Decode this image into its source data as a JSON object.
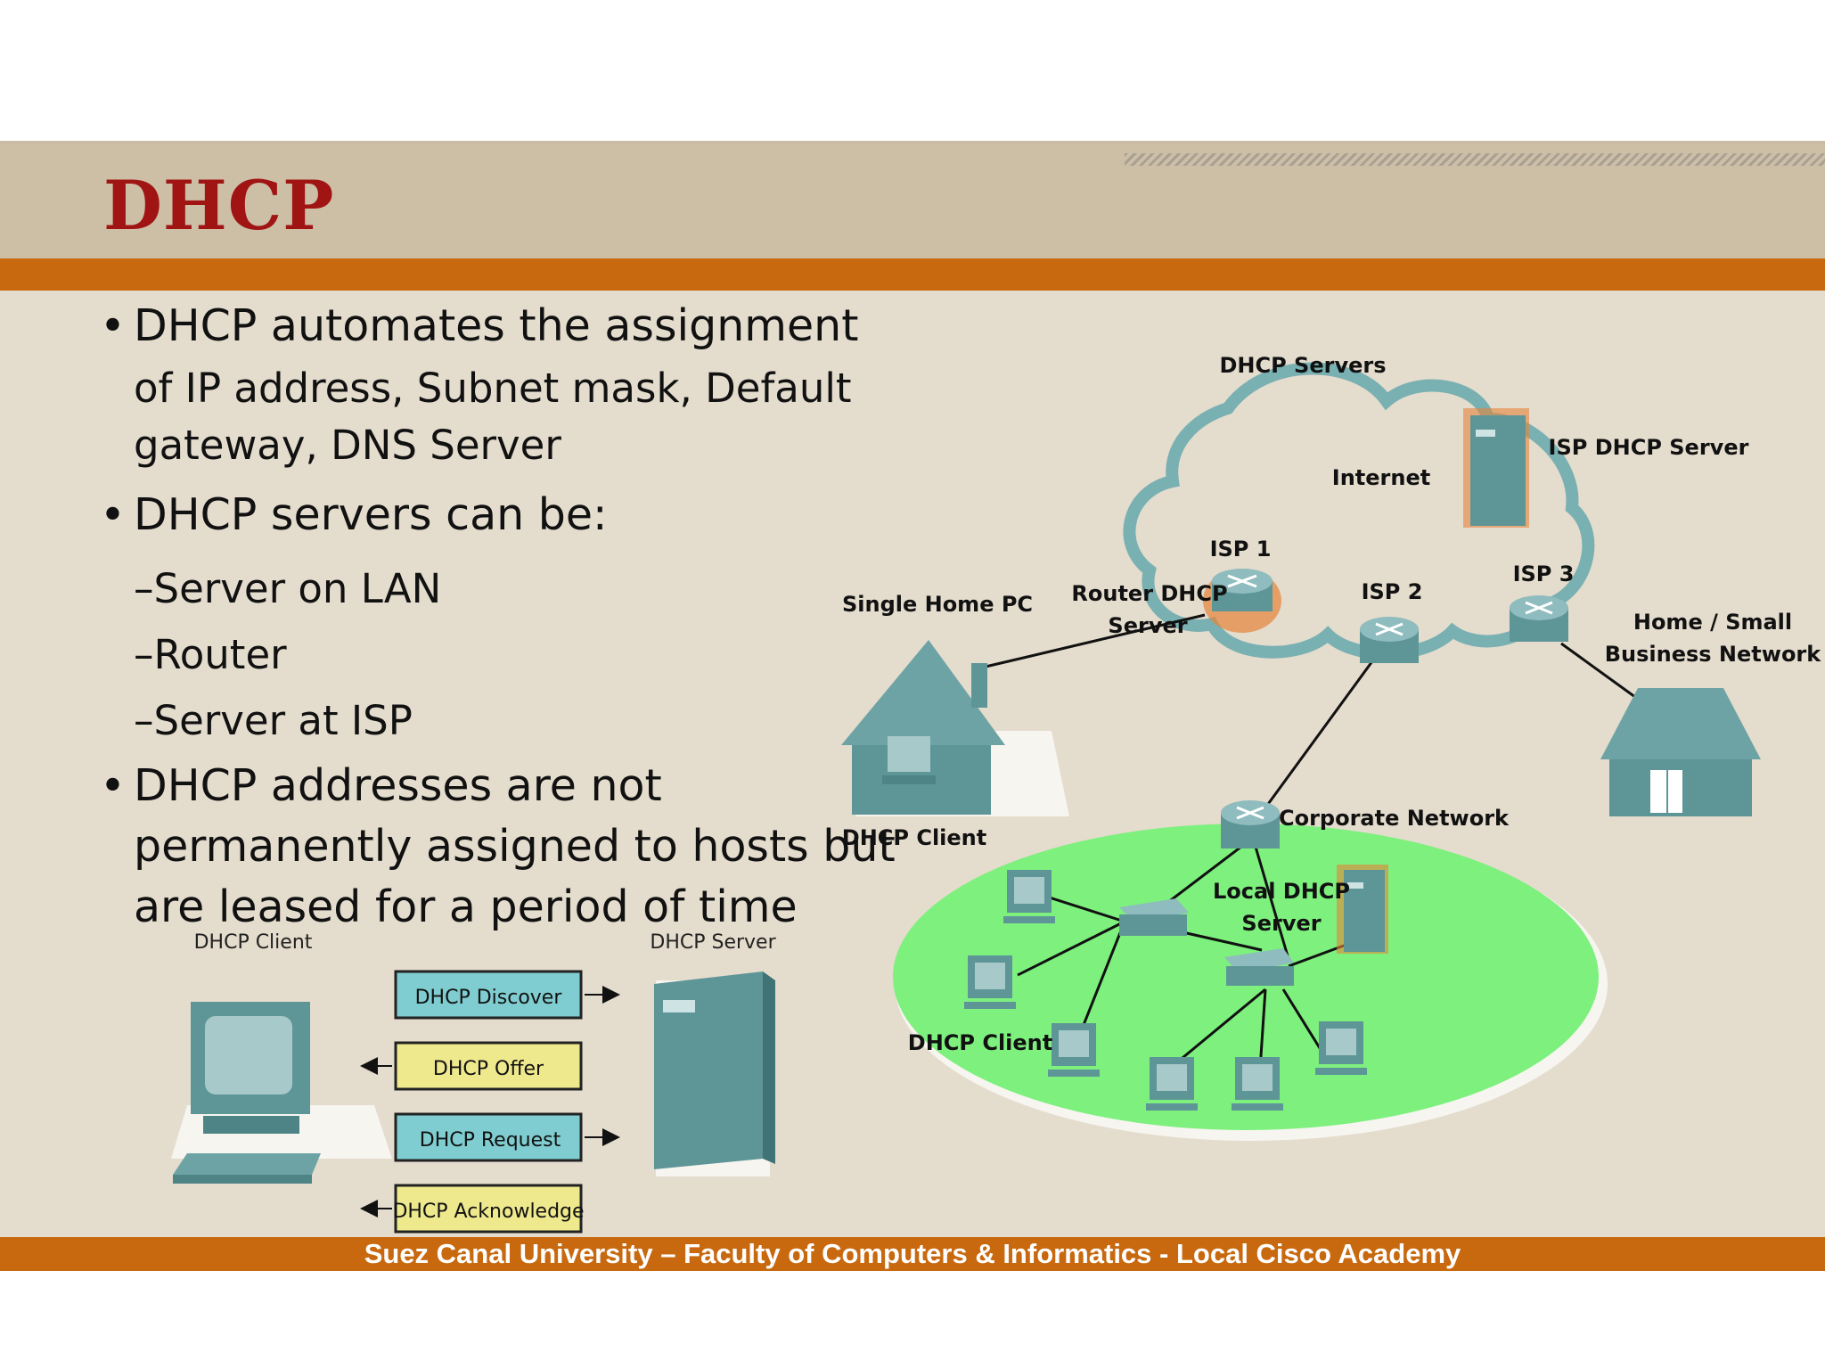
{
  "slide": {
    "title": "DHCP",
    "footer": "Suez Canal University – Faculty of Computers & Informatics - Local Cisco Academy"
  },
  "bullets": {
    "b1": {
      "line1": "DHCP automates the assignment",
      "line2": "of IP address, Subnet mask, Default",
      "line3": "gateway, DNS Server"
    },
    "b2": {
      "line1": "DHCP servers can be:"
    },
    "sub1": "–Server on LAN",
    "sub2": "–Router",
    "sub3": "–Server at ISP",
    "b3": {
      "line1": "DHCP addresses are not",
      "line2": "permanently assigned to hosts but",
      "line3": "are leased for a period of time"
    },
    "bullet_symbol": "•"
  },
  "exchange_diagram": {
    "client_label": "DHCP Client",
    "server_label": "DHCP Server",
    "messages": [
      "DHCP Discover",
      "DHCP Offer",
      "DHCP Request",
      "DHCP Acknowledge"
    ]
  },
  "network_diagram": {
    "dhcp_servers": "DHCP Servers",
    "internet": "Internet",
    "isp_dhcp_server": "ISP DHCP Server",
    "isp1": "ISP 1",
    "isp2": "ISP 2",
    "isp3": "ISP 3",
    "router_dhcp_1": "Router DHCP",
    "router_dhcp_2": "Server",
    "single_home_pc": "Single Home PC",
    "home_small_1": "Home / Small",
    "home_small_2": "Business Network",
    "dhcp_client_home": "DHCP Client",
    "corporate_network": "Corporate Network",
    "local_dhcp_1": "Local DHCP",
    "local_dhcp_2": "Server",
    "dhcp_client_lan": "DHCP Client"
  },
  "colors": {
    "title": "#a01414",
    "header_band": "#cdbfa6",
    "accent_bar": "#c8690f",
    "content_bg": "#e4dccd",
    "device": "#5e9597",
    "lan_area": "#7ef07e",
    "discover_box": "#7fcdd0",
    "offer_box": "#efe98e"
  }
}
